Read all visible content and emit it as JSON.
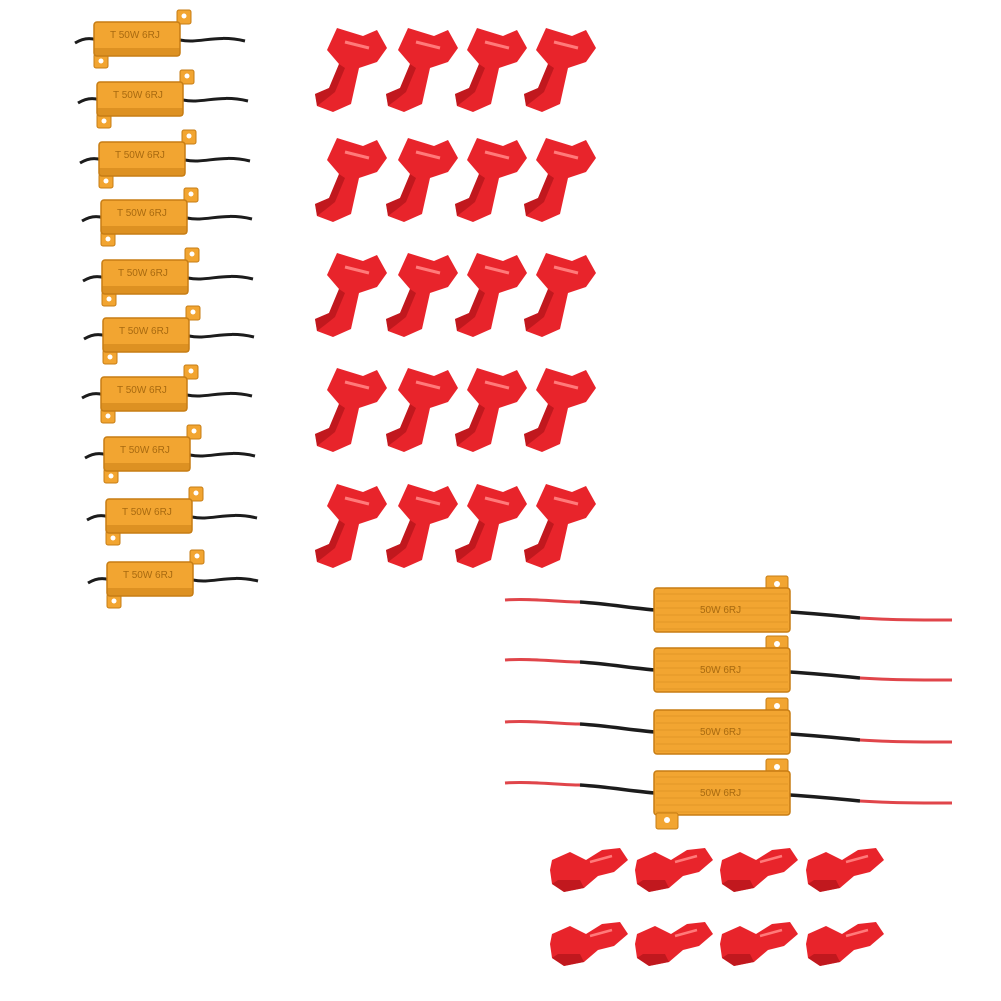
{
  "product_photo": {
    "small_resistor_label": "T 50W 6RJ",
    "large_resistor_label": "50W 6RJ",
    "colors": {
      "background": "#ffffff",
      "resistor_gold": "#f2a531",
      "resistor_shadow": "#c77d14",
      "wire_black": "#1c1c1c",
      "wire_red": "#e0454a",
      "connector_red": "#e8242b",
      "connector_dark": "#b0141a"
    },
    "groups": [
      {
        "name": "small-resistors",
        "count": 10
      },
      {
        "name": "large-connectors",
        "count": 20
      },
      {
        "name": "large-resistors",
        "count": 4
      },
      {
        "name": "small-connectors",
        "count": 8
      }
    ]
  }
}
